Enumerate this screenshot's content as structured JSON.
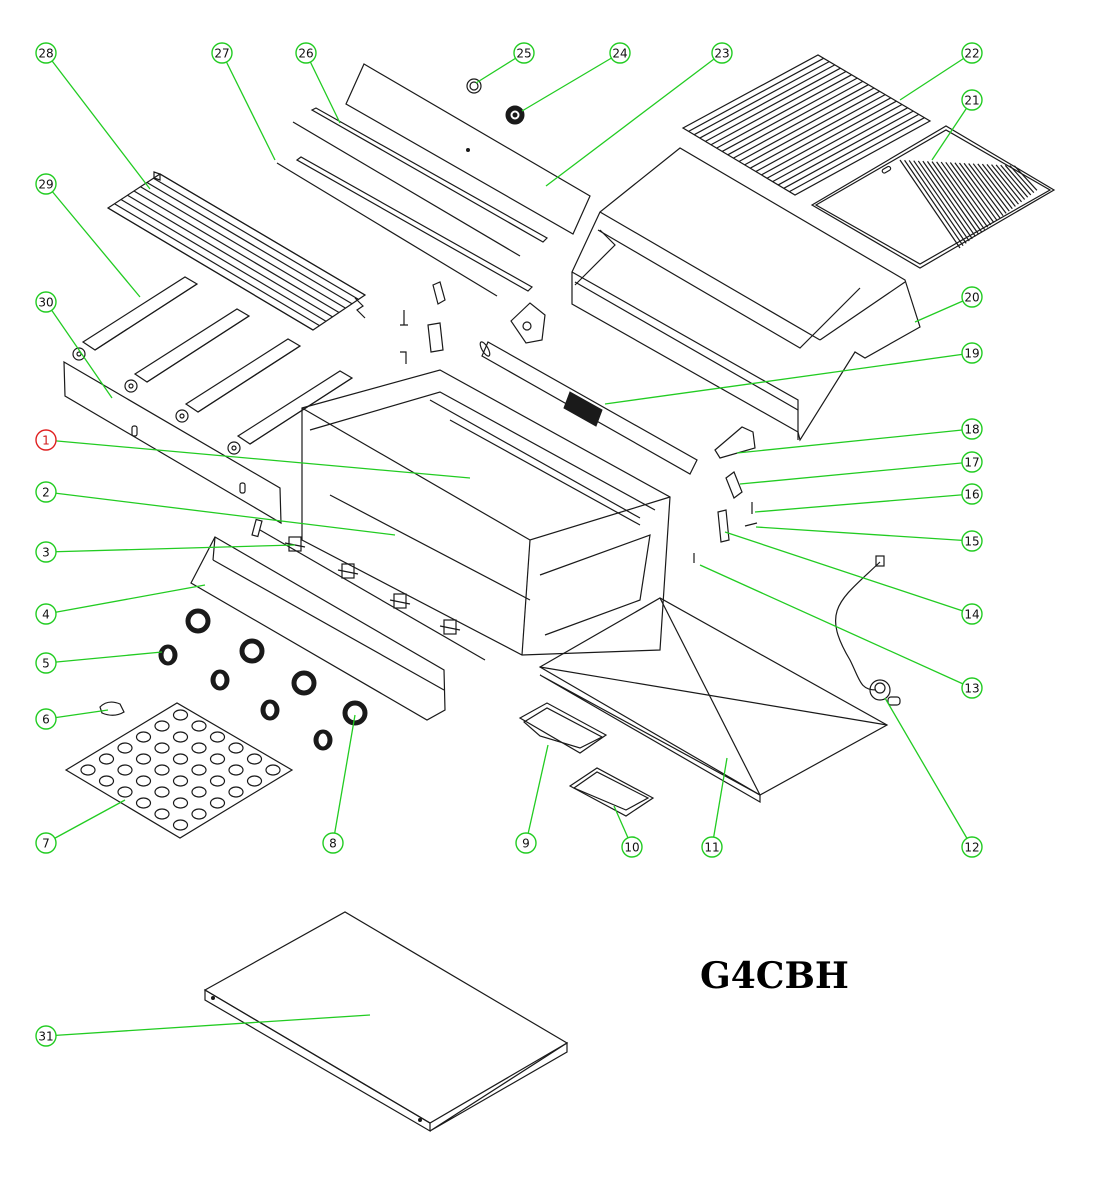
{
  "diagram": {
    "type": "exploded-parts-diagram",
    "model": "G4CBH",
    "highlighted_part": "1",
    "colors": {
      "leader": "#22cc22",
      "highlight": "#e02020",
      "line": "#1a1a1a"
    },
    "parts": [
      {
        "id": "1",
        "label": "1",
        "highlighted": true
      },
      {
        "id": "2",
        "label": "2"
      },
      {
        "id": "3",
        "label": "3"
      },
      {
        "id": "4",
        "label": "4"
      },
      {
        "id": "5",
        "label": "5"
      },
      {
        "id": "6",
        "label": "6"
      },
      {
        "id": "7",
        "label": "7"
      },
      {
        "id": "8",
        "label": "8"
      },
      {
        "id": "9",
        "label": "9"
      },
      {
        "id": "10",
        "label": "10"
      },
      {
        "id": "11",
        "label": "11"
      },
      {
        "id": "12",
        "label": "12"
      },
      {
        "id": "13",
        "label": "13"
      },
      {
        "id": "14",
        "label": "14"
      },
      {
        "id": "15",
        "label": "15"
      },
      {
        "id": "16",
        "label": "16"
      },
      {
        "id": "17",
        "label": "17"
      },
      {
        "id": "18",
        "label": "18"
      },
      {
        "id": "19",
        "label": "19"
      },
      {
        "id": "20",
        "label": "20"
      },
      {
        "id": "21",
        "label": "21"
      },
      {
        "id": "22",
        "label": "22"
      },
      {
        "id": "23",
        "label": "23"
      },
      {
        "id": "24",
        "label": "24"
      },
      {
        "id": "25",
        "label": "25"
      },
      {
        "id": "26",
        "label": "26"
      },
      {
        "id": "27",
        "label": "27"
      },
      {
        "id": "28",
        "label": "28"
      },
      {
        "id": "29",
        "label": "29"
      },
      {
        "id": "30",
        "label": "30"
      },
      {
        "id": "31",
        "label": "31"
      }
    ]
  }
}
